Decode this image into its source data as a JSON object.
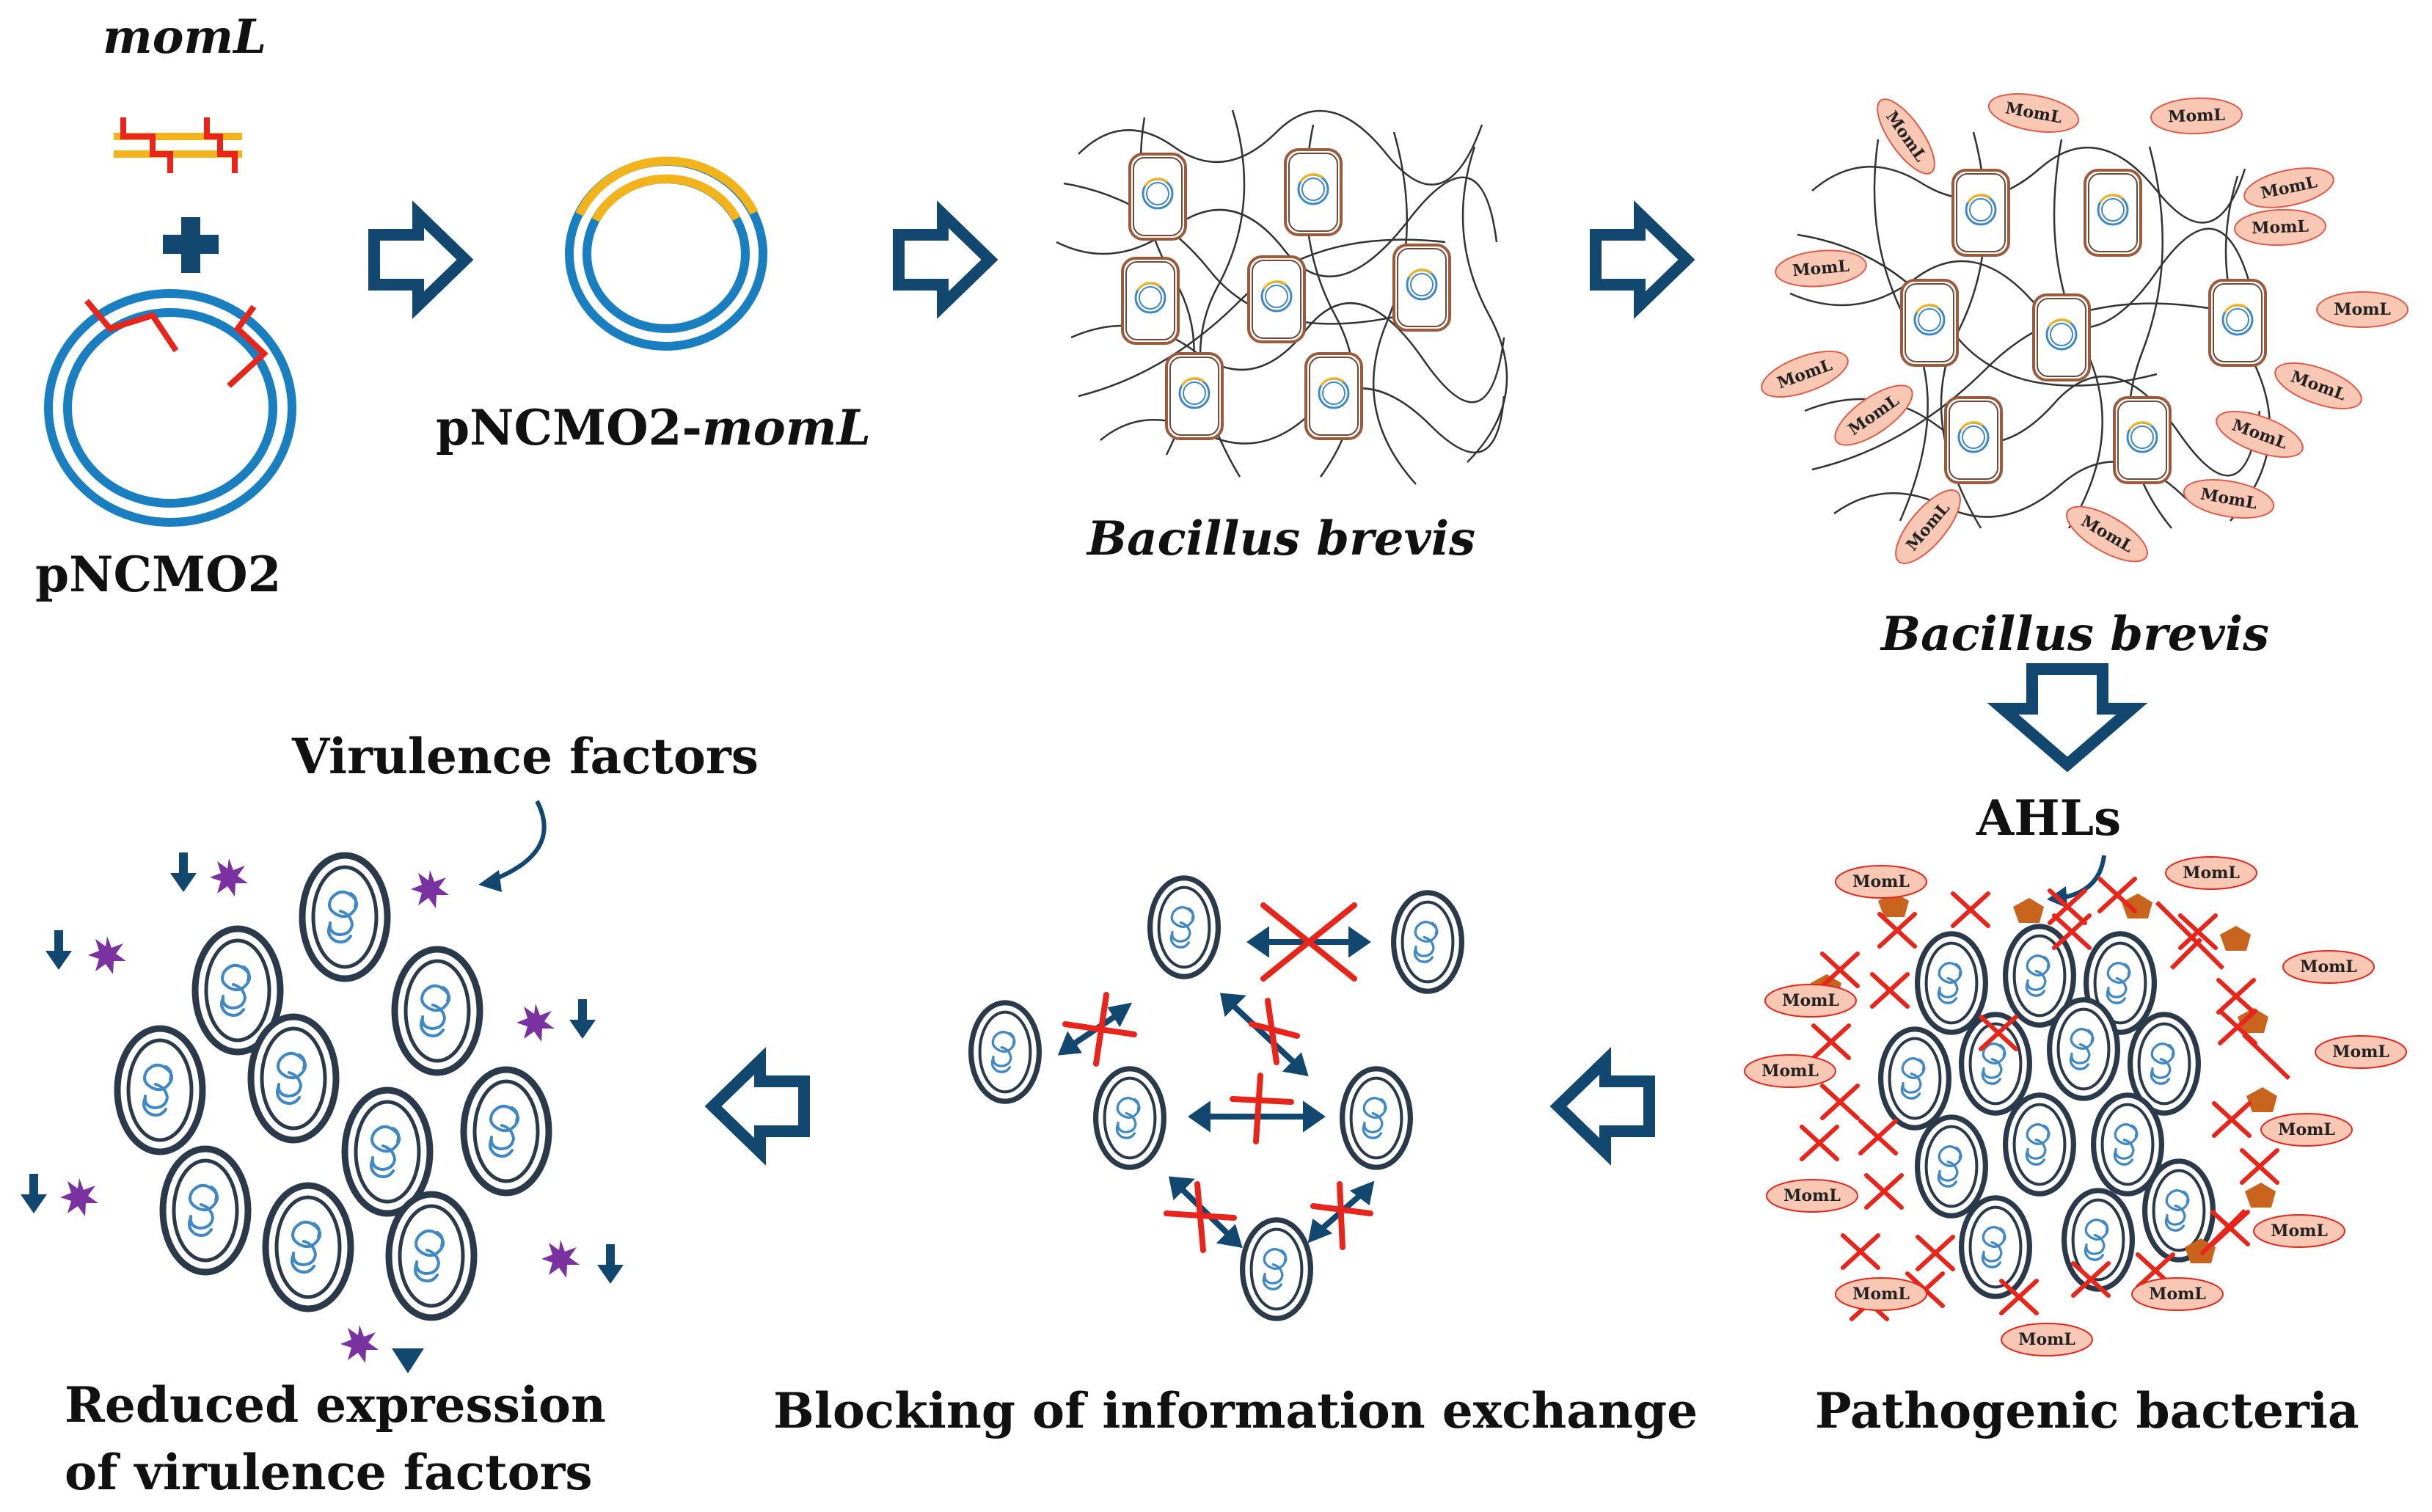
{
  "labels": {
    "gene": "momL",
    "plasmid": "pNCMO2",
    "recombinant_prefix": "pNCMO2-",
    "recombinant_gene": "momL",
    "host_1": "Bacillus brevis",
    "host_2": "Bacillus brevis",
    "signal": "AHLs",
    "pathogen": "Pathogenic bacteria",
    "blocking": "Blocking of information exchange",
    "virulence": "Virulence factors",
    "result_line1": "Reduced expression",
    "result_line2": "of virulence factors"
  },
  "enzyme_label": "MomL",
  "colors": {
    "plasmid_blue": "#1a7fc1",
    "insert_orange": "#f2b31b",
    "cut_red": "#e8251b",
    "arrow_navy": "#12476f",
    "cell_outline": "#2b3a4a",
    "dna_blue": "#3f87c5",
    "host_cell_brown": "#9b5a3c",
    "enzyme_fill": "#f8c8b4",
    "enzyme_stroke": "#e05c4a",
    "ahl_orange": "#c8641e",
    "virulence_purple": "#7a32a0"
  }
}
